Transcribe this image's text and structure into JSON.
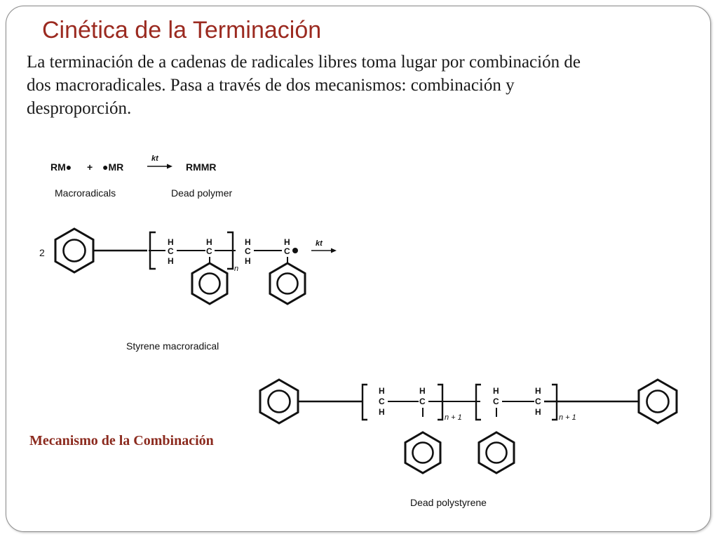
{
  "slide": {
    "title": "Cinética de la Terminación",
    "body": "La terminación de a cadenas de radicales libres toma lugar por combinación de dos macroradicales. Pasa a través de dos mecanismos: combinación y desproporción.",
    "caption": "Mecanismo de la Combinación"
  },
  "scheme": {
    "reactant_1": "RM●",
    "plus": "+",
    "reactant_2": "●MR",
    "rate_constant": "kt",
    "product": "RMMR",
    "label_left": "Macroradicals",
    "label_right": "Dead polymer"
  },
  "radical": {
    "coefficient": "2",
    "atom_h": "H",
    "atom_c": "C",
    "repeat_sub": "n",
    "rate_constant": "kt",
    "label": "Styrene macroradical"
  },
  "product": {
    "atom_h": "H",
    "atom_c": "C",
    "repeat_sub": "n + 1",
    "label": "Dead polystyrene"
  },
  "colors": {
    "title": "#9b2a20",
    "caption": "#8b2a1e",
    "text": "#1a1a1a"
  }
}
